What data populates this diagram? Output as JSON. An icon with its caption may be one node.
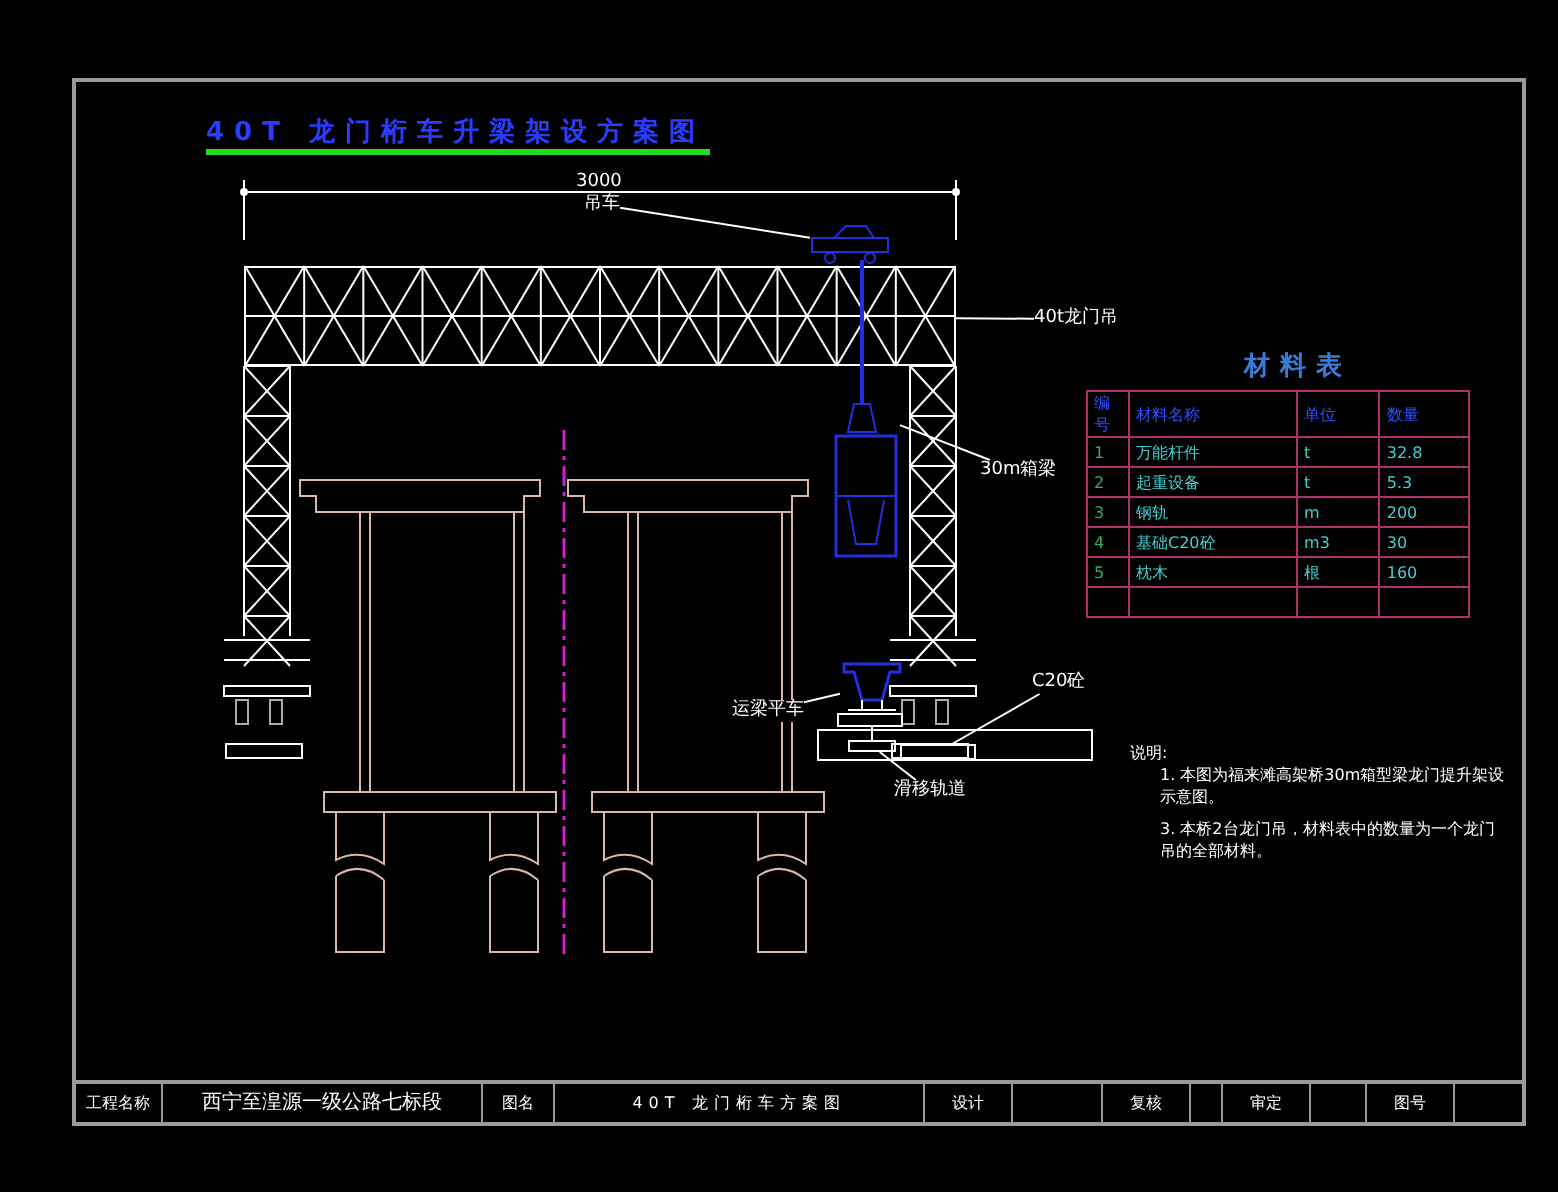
{
  "diagram": {
    "title": "40T 龙门桁车升梁架设方案图",
    "nodes": [
      {
        "text": [
          "吊车"
        ]
      },
      {
        "text": [],
        "shape": "picture"
      },
      {
        "text": [
          "40t龙门吊"
        ]
      },
      {
        "text": [],
        "shape": "picture"
      },
      {
        "text": [
          "30m箱梁"
        ]
      },
      {
        "text": [],
        "shape": "picture"
      },
      {
        "text": [
          "运梁平车"
        ]
      },
      {
        "text": [],
        "shape": "picture"
      },
      {
        "text": [
          "C20砼"
        ]
      },
      {
        "text": [],
        "shape": "box"
      },
      {
        "text": [
          "滑移轨道"
        ]
      },
      {
        "text": [],
        "shape": "bar"
      }
    ],
    "edges": [
      {
        "from": 0,
        "to": 1,
        "arrow": "none"
      },
      {
        "from": 2,
        "to": 3,
        "arrow": "none"
      },
      {
        "from": 4,
        "to": 5,
        "arrow": "none"
      },
      {
        "from": 6,
        "to": 7,
        "arrow": "none"
      },
      {
        "from": 8,
        "to": 9,
        "arrow": "none"
      },
      {
        "from": 10,
        "to": 11,
        "arrow": "none"
      }
    ],
    "labels": [
      "3000",
      "材料表",
      "编号",
      "材料名称",
      "单位",
      "数量",
      "1",
      "万能杆件",
      "t",
      "32.8",
      "2",
      "起重设备",
      "t",
      "5.3",
      "3",
      "钢轨",
      "m",
      "200",
      "4",
      "基础C20砼",
      "m3",
      "30",
      "5",
      "枕木",
      "根",
      "160",
      "说明:",
      "1. 本图为福来滩高架桥30m箱型梁龙门提升架设示意图。",
      "3. 本桥2台龙门吊，材料表中的数量为一个龙门吊的全部材料。",
      "工程名称",
      "西宁至湟源一级公路七标段",
      "图名",
      "40T 龙门桁车方案图",
      "设计",
      "复核",
      "审定",
      "图号"
    ]
  }
}
